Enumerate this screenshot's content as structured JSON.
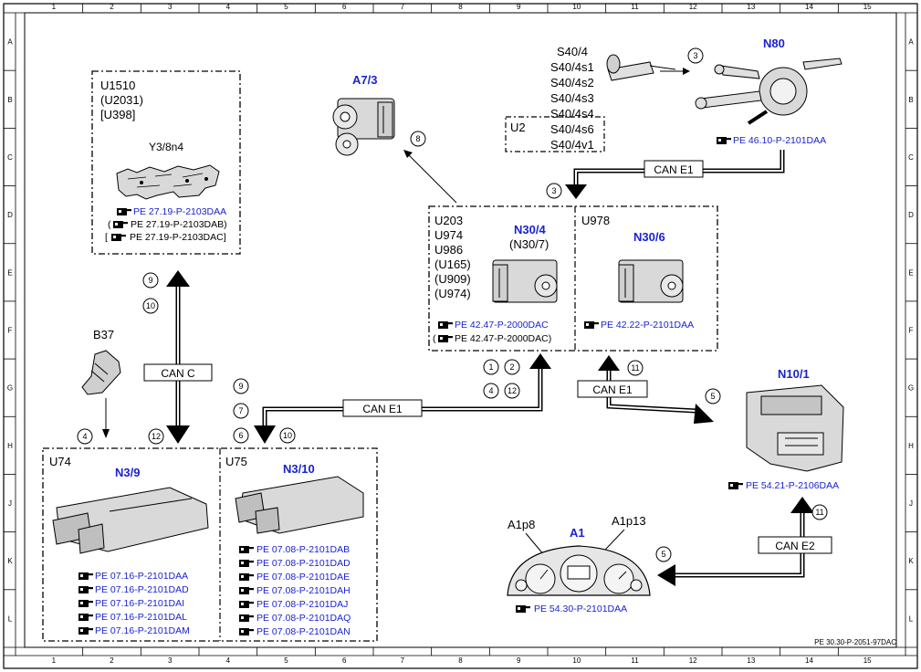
{
  "grid": {
    "columns": [
      "1",
      "2",
      "3",
      "4",
      "5",
      "6",
      "7",
      "8",
      "9",
      "10",
      "11",
      "12",
      "13",
      "14",
      "15"
    ],
    "rows": [
      "A",
      "B",
      "C",
      "D",
      "E",
      "F",
      "G",
      "H",
      "J",
      "K",
      "L"
    ]
  },
  "footer": "PE 30.30-P-2051-97DAC",
  "colors": {
    "component_blue": "#1a22d0",
    "line": "#000000"
  },
  "icons": {
    "reference": "pointing-hand-icon"
  },
  "groups": {
    "u1510": {
      "codes": [
        "U1510",
        "(U2031)",
        "[U398]"
      ]
    },
    "u2": {
      "code": "U2"
    },
    "n30_left": {
      "codes": [
        "U203",
        "U974",
        "U986",
        "(U165)",
        "(U909)",
        "(U974)"
      ]
    },
    "n30_right": {
      "code": "U978"
    },
    "u74": {
      "code": "U74"
    },
    "u75": {
      "code": "U75"
    }
  },
  "components": {
    "y3_8n4": {
      "label": "Y3/8n4",
      "refs": [
        "PE 27.19-P-2103DAA",
        "(",
        "PE 27.19-P-2103DAB)",
        "[",
        "PE 27.19-P-2103DAC]"
      ]
    },
    "a7_3": {
      "label": "A7/3"
    },
    "s40": {
      "labels": [
        "S40/4",
        "S40/4s1",
        "S40/4s2",
        "S40/4s3",
        "S40/4s4",
        "S40/4s6",
        "S40/4v1"
      ]
    },
    "n80": {
      "label": "N80",
      "ref": "PE 46.10-P-2101DAA"
    },
    "n30_4": {
      "label": "N30/4",
      "alt": "(N30/7)",
      "refs": [
        "PE 42.47-P-2000DAC",
        "(",
        "PE 42.47-P-2000DAC)"
      ]
    },
    "n30_6": {
      "label": "N30/6",
      "ref": "PE 42.22-P-2101DAA"
    },
    "b37": {
      "label": "B37"
    },
    "n10_1": {
      "label": "N10/1",
      "ref": "PE 54.21-P-2106DAA"
    },
    "n3_9": {
      "label": "N3/9",
      "refs": [
        "PE 07.16-P-2101DAA",
        "PE 07.16-P-2101DAD",
        "PE 07.16-P-2101DAI",
        "PE 07.16-P-2101DAL",
        "PE 07.16-P-2101DAM"
      ]
    },
    "n3_10": {
      "label": "N3/10",
      "refs": [
        "PE 07.08-P-2101DAB",
        "PE 07.08-P-2101DAD",
        "PE 07.08-P-2101DAE",
        "PE 07.08-P-2101DAH",
        "PE 07.08-P-2101DAJ",
        "PE 07.08-P-2101DAQ",
        "PE 07.08-P-2101DAN"
      ]
    },
    "a1": {
      "label": "A1",
      "pins": [
        "A1p8",
        "A1p13"
      ],
      "ref": "PE 54.30-P-2101DAA"
    }
  },
  "buses": {
    "can_c": "CAN C",
    "can_e1_top": "CAN E1",
    "can_e1_mid": "CAN E1",
    "can_e1_right": "CAN E1",
    "can_e2": "CAN E2"
  },
  "callouts": {
    "c_s40_n80": "3",
    "c_top_arrow": "3",
    "c_a7": "8",
    "c_9a": "9",
    "c_10a": "10",
    "c_4": "4",
    "c_12": "12",
    "c_9b": "9",
    "c_7": "7",
    "c_6": "6",
    "c_10b": "10",
    "c_1": "1",
    "c_2": "2",
    "c_4b": "4",
    "c_12b": "12",
    "c_11a": "11",
    "c_5a": "5",
    "c_11b": "11",
    "c_5b": "5"
  }
}
